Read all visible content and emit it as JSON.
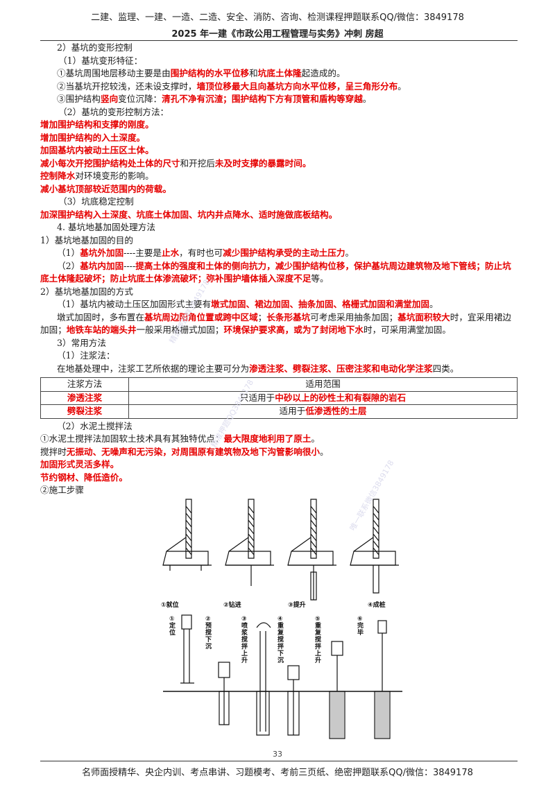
{
  "header": {
    "line1": "二建、监理、一建、一造、二造、安全、消防、咨询、检测课程押题联系QQ/微信：3849178",
    "line2": "2025 年一建《市政公用工程管理与实务》冲刺 房超"
  },
  "content": {
    "s2_title": "2）基坑的变形控制",
    "s2_1_title": "（1）基坑变形特征：",
    "f1_a": "①基坑周围地层移动主要是由",
    "f1_b": "围护结构的水平位移",
    "f1_c": "和",
    "f1_d": "坑底土体隆",
    "f1_e": "起造成的。",
    "f2_a": "②当基坑开挖较浅，还未设支撑时，",
    "f2_b": "墙顶位移最大且向基坑方向水平位移，呈三角形分布",
    "f2_c": "。",
    "f3_a": "③围护结构",
    "f3_b": "竖向",
    "f3_c": "变位沉降：",
    "f3_d": "清孔不净有沉渣；围护结构下方有顶管和盾构等穿越",
    "f3_e": "。",
    "s2_2_title": "（2）基坑的变形控制方法：",
    "m1": "增加围护结构和支撑的刚度。",
    "m2": "增加围护结构的入土深度。",
    "m3": "加固基坑内被动土压区土体。",
    "m4_a": "减小每次开挖围护结构处土体的尺寸",
    "m4_b": "和开挖后",
    "m4_c": "未及时支撑的暴露时间。",
    "m5_a": "控制降水",
    "m5_b": "对环境变形的影响。",
    "m6": "减小基坑顶部较近范围内的荷载。",
    "s2_3_title": "（3）坑底稳定控制",
    "s2_3_body": "加深围护结构入土深度、坑底土体加固、坑内井点降水、适时施做底板结构。",
    "s4_title": "4. 基坑地基加固处理方法",
    "s4_1_title": "1）基坑地基加固的目的",
    "p1_a": "（1）",
    "p1_b": "基坑外加固",
    "p1_c": "----主要是",
    "p1_d": "止水",
    "p1_e": "，有时也可",
    "p1_f": "减少围护结构承受的主动土压力",
    "p1_g": "。",
    "p2_a": "（2）",
    "p2_b": "基坑内加固",
    "p2_c": "----",
    "p2_d": "提高土体的强度和土体的侧向抗力，减少围护结构位移，保护基坑周边建筑物及地下管线；防止坑底土体隆起破坏；防止坑底土体渗流破坏；弥补围护墙体插入深度不足",
    "p2_e": "等。",
    "s4_2_title": "2）基坑地基加固的方式",
    "w1_a": "（1）基坑内被动土压区加固形式主要有",
    "w1_b": "墩式加固、裙边加固、抽条加固、格栅式加固和满堂加固",
    "w1_c": "。",
    "w2_a": "墩式加固时，多布置在",
    "w2_b": "基坑周边阳角位置或跨中区域",
    "w2_c": "；",
    "w2_d": "长条形基坑",
    "w2_e": "可考虑采用抽条加固；",
    "w2_f": "基坑面积较大",
    "w2_g": "时，宜采用裙边加固；",
    "w2_h": "地铁车站的端头井",
    "w2_i": "一般采用格栅式加固；",
    "w2_j": "环境保护要求高，或为了封闭地下水",
    "w2_k": "时，可采用满堂加固。",
    "s4_3_title": "3）常用方法",
    "g_title": "（1）注浆法：",
    "g1_a": "在地基处理中，注浆工艺所依据的理论主要可分为",
    "g1_b": "渗透注浆、劈裂注浆、压密注浆和电动化学注浆",
    "g1_c": "四类。",
    "table": {
      "h1": "注浆方法",
      "h2": "适用范围",
      "r1_c1": "渗透注浆",
      "r1_c2_a": "只适用于",
      "r1_c2_b": "中砂以上的砂性土和有裂隙的岩石",
      "r2_c1": "劈裂注浆",
      "r2_c2_a": "适用于",
      "r2_c2_b": "低渗透性的土层"
    },
    "c_title": "（2）水泥土搅拌法",
    "c1_a": "①水泥土搅拌法加固软土技术具有其独特优点：",
    "c1_b": "最大限度地利用了原土",
    "c1_c": "。",
    "c2_a": "搅拌时",
    "c2_b": "无振动、无噪声和无污染，对周围原有建筑物及地下沟管影响很小",
    "c2_c": "。",
    "c3": "加固形式灵活多样。",
    "c4": "节约钢材、降低造价。",
    "c5": "②施工步骤"
  },
  "figure": {
    "step_labels": [
      "①就位",
      "②钻进",
      "③提升",
      "④成桩"
    ],
    "sub_labels": [
      "①定位",
      "②预搅下沉",
      "③喷浆搅拌上升",
      "④重复搅拌下沉",
      "⑤重复搅拌上升",
      "⑥完毕"
    ]
  },
  "watermarks": [
    "精选押题群3849178",
    "精准押题QQ3849178",
    "唯一联系微信3849178"
  ],
  "page_number": "33",
  "footer": "名师面授精华、央企内训、考点串讲、习题模考、考前三页纸、绝密押题联系QQ/微信：3849178"
}
